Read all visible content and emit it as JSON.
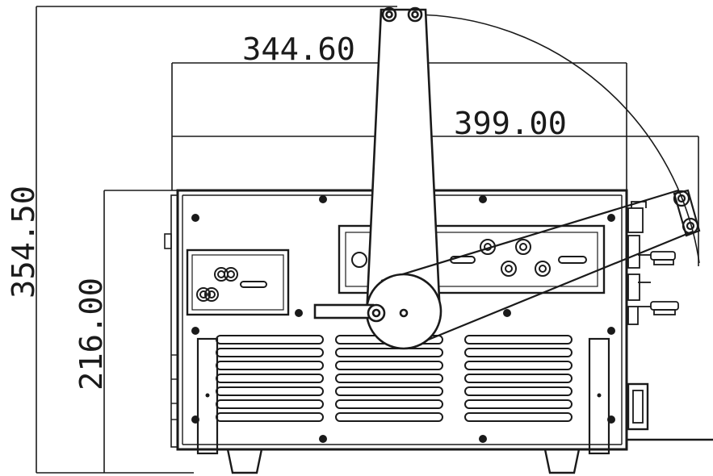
{
  "drawing": {
    "line_color": "#1a1a1a",
    "background": "#ffffff",
    "dimensions": {
      "upper_width": "344.60",
      "lower_width": "399.00",
      "total_height": "354.50",
      "body_height": "216.00"
    }
  }
}
